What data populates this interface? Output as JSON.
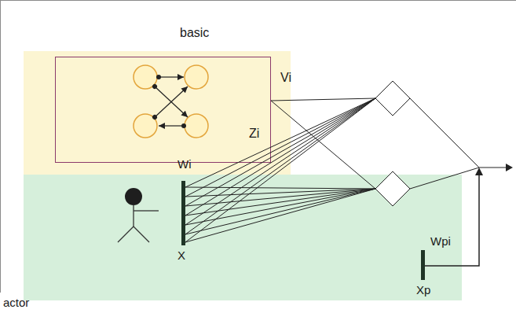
{
  "diagram": {
    "nodes": [
      {
        "text": [
          "basic"
        ]
      },
      {
        "text": [
          "Zi"
        ],
        "in": 0
      },
      {
        "text": [
          "actor"
        ]
      }
    ],
    "labels": [
      "Vi",
      "Wi",
      "X",
      "Wpi",
      "Xp"
    ]
  }
}
